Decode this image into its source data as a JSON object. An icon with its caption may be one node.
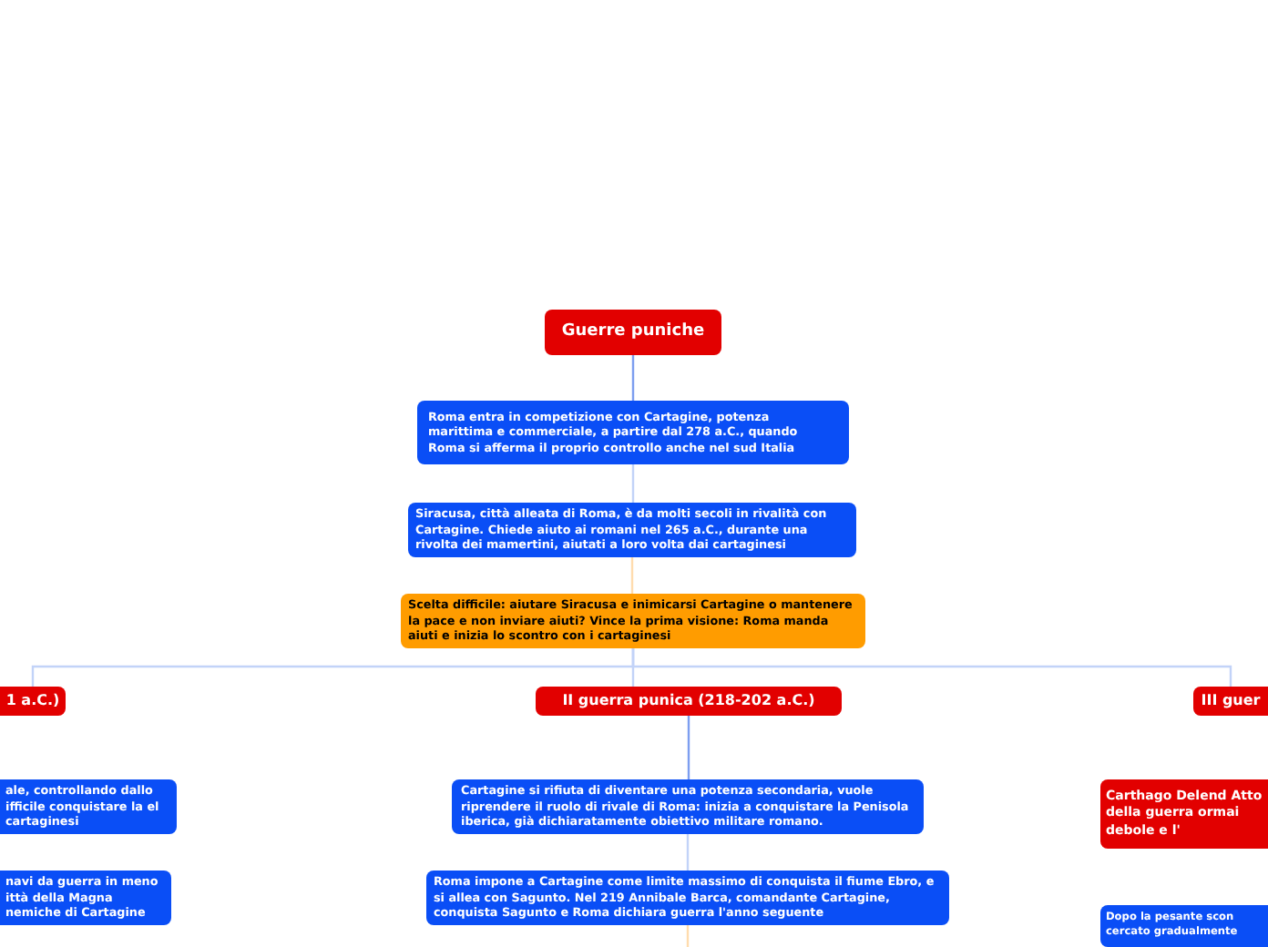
{
  "diagram": {
    "nodes": [
      {
        "text": [
          "Guerre puniche"
        ]
      },
      {
        "text": [
          "Roma entra in competizione con Cartagine, potenza marittima e commerciale, a partire dal 278 a.C., quando Roma si afferma il proprio controllo anche nel sud Italia"
        ]
      },
      {
        "text": [
          "Siracusa, città alleata di Roma, è da molti secoli in rivalità con Cartagine. Chiede aiuto ai romani nel 265 a.C., durante una rivolta dei mamertini, aiutati a loro volta dai cartaginesi"
        ]
      },
      {
        "text": [
          "Scelta difficile: aiutare Siracusa e inimicarsi Cartagine o mantenere la pace e non inviare aiuti? Vince la prima visione: Roma manda aiuti e inizia lo scontro con i cartaginesi"
        ]
      },
      {
        "text": [
          "1 a.C.)"
        ]
      },
      {
        "text": [
          "II guerra punica (218-202 a.C.)"
        ]
      },
      {
        "text": [
          "III guer"
        ]
      },
      {
        "text": [
          "ale, controllando dallo ifficile conquistare la el cartaginesi"
        ]
      },
      {
        "text": [
          "navi da guerra in meno ittà della Magna nemiche di Cartagine"
        ]
      },
      {
        "text": [
          "Cartagine si rifiuta di diventare una potenza secondaria, vuole riprendere il ruolo di rivale di Roma: inizia a conquistare la Penisola iberica, già dichiaratamente obiettivo militare romano."
        ]
      },
      {
        "text": [
          "Roma impone a Cartagine come limite massimo di conquista il fiume Ebro, e si allea con Sagunto. Nel 219 Annibale Barca, comandante Cartagine, conquista Sagunto e Roma dichiara guerra l'anno seguente"
        ]
      },
      {
        "text": [
          "Carthago Delend Atto della guerra ormai debole e l'"
        ]
      },
      {
        "text": [
          "Dopo la pesante scon cercato gradualmente"
        ]
      }
    ],
    "edges": [
      {
        "from": 0,
        "to": 1,
        "arrow": "none"
      },
      {
        "from": 1,
        "to": 2,
        "arrow": "none",
        "color": "#c2d3f8"
      },
      {
        "from": 2,
        "to": 3,
        "arrow": "none",
        "color": "#ffdcae"
      },
      {
        "from": 3,
        "to": 4,
        "arrow": "none",
        "color": "#c2d3f8"
      },
      {
        "from": 3,
        "to": 5,
        "arrow": "none",
        "color": "#c2d3f8"
      },
      {
        "from": 3,
        "to": 6,
        "arrow": "none",
        "color": "#c2d3f8"
      },
      {
        "from": 5,
        "to": 9,
        "arrow": "none"
      },
      {
        "from": 9,
        "to": 10,
        "arrow": "none",
        "color": "#c2d3f8"
      },
      {
        "from": 10,
        "to": null,
        "arrow": "none",
        "color": "#ffdcae"
      }
    ]
  }
}
